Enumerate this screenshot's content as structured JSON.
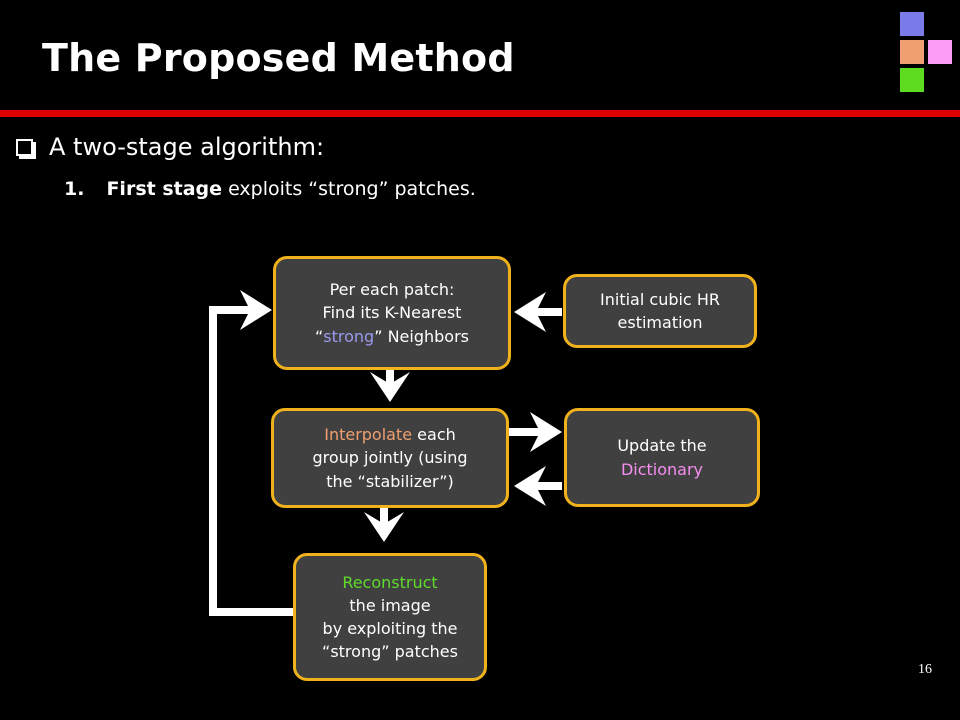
{
  "slide": {
    "title": "The Proposed Method",
    "page_number": "16",
    "colors": {
      "title_rule": "#e00000",
      "box_fill": "#404040",
      "box_border": "#f0b21c",
      "squares": [
        "#7a7ae8",
        "#f0a070",
        "#fb9cf7",
        "#5ddc20"
      ]
    }
  },
  "bullet": {
    "text": "A two-stage algorithm:",
    "icon": "checkbox-icon"
  },
  "subitem": {
    "number": "1.",
    "bold": "First stage",
    "rest": " exploits “strong” patches."
  },
  "diagram": {
    "box_knn": {
      "line1": "Per each patch:",
      "line2": "Find its K-Nearest",
      "line3_pre": "“",
      "line3_highlight": "strong",
      "line3_post": "” Neighbors"
    },
    "box_init": {
      "line1": "Initial cubic HR",
      "line2": "estimation"
    },
    "box_interp": {
      "line1_highlight": "Interpolate",
      "line1_post": " each",
      "line2": "group jointly (using",
      "line3": "the “stabilizer”)"
    },
    "box_update": {
      "line1": "Update the",
      "line2_highlight": "Dictionary"
    },
    "box_recon": {
      "line1_highlight": "Reconstruct",
      "line2": "the image",
      "line3": "by exploiting the",
      "line4": "“strong” patches"
    }
  }
}
